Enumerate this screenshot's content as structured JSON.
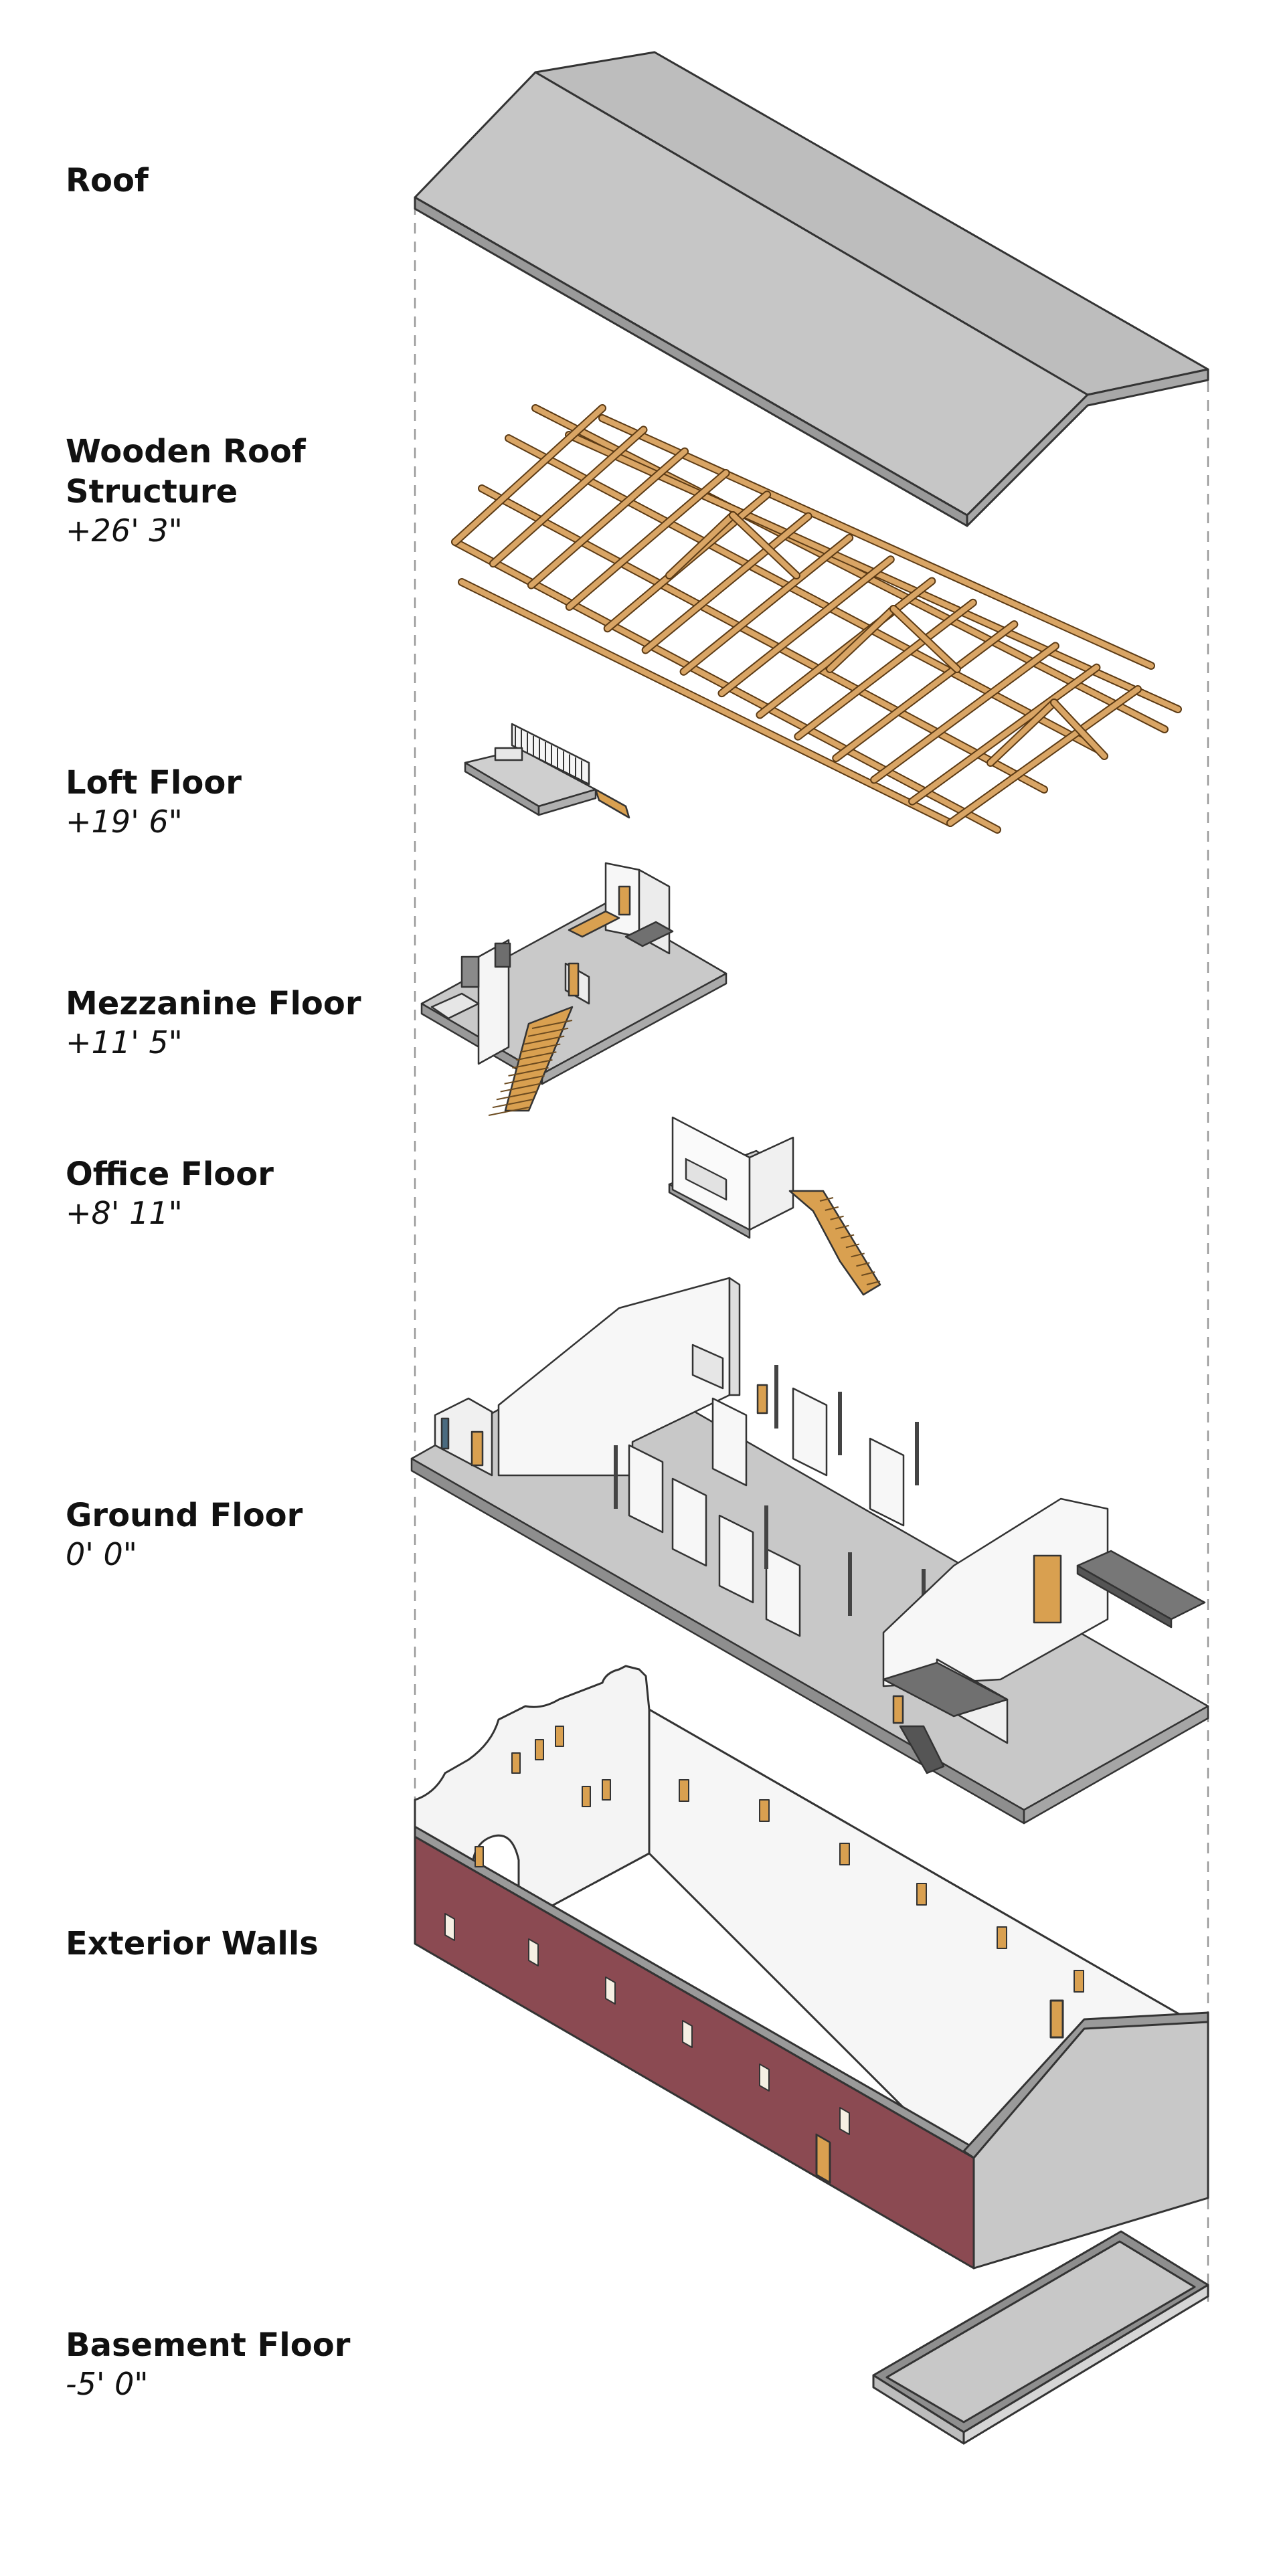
{
  "layers": [
    {
      "id": "roof",
      "name": "Roof",
      "elevation": ""
    },
    {
      "id": "roof-structure",
      "name": "Wooden Roof\nStructure",
      "elevation": "+26' 3\""
    },
    {
      "id": "loft",
      "name": "Loft Floor",
      "elevation": "+19' 6\""
    },
    {
      "id": "mezzanine",
      "name": "Mezzanine Floor",
      "elevation": "+11' 5\""
    },
    {
      "id": "office",
      "name": "Office Floor",
      "elevation": "+8' 11\""
    },
    {
      "id": "ground",
      "name": "Ground Floor",
      "elevation": "0' 0\""
    },
    {
      "id": "exterior",
      "name": "Exterior Walls",
      "elevation": ""
    },
    {
      "id": "basement",
      "name": "Basement Floor",
      "elevation": "-5' 0\""
    }
  ],
  "colors": {
    "roof": "#c4c4c4",
    "timber": "#d9a565",
    "brick": "#8b4a52",
    "wall": "#f5f5f5",
    "floor": "#c8c8c8",
    "door": "#d9a050",
    "outline": "#333333"
  }
}
